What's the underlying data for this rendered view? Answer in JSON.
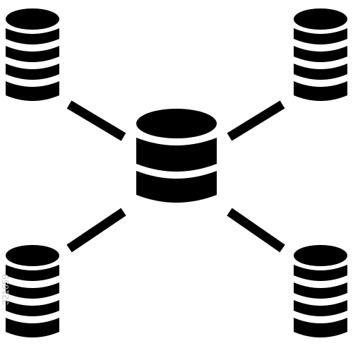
{
  "icon": {
    "name": "distributed-database-network-icon",
    "color": "#000000",
    "background": "#ffffff",
    "nodes": [
      {
        "role": "hub",
        "icon": "database-icon",
        "bands": 3
      },
      {
        "role": "satellite",
        "position": "top-left",
        "icon": "database-icon",
        "bands": 4
      },
      {
        "role": "satellite",
        "position": "top-right",
        "icon": "database-icon",
        "bands": 4
      },
      {
        "role": "satellite",
        "position": "bottom-left",
        "icon": "database-icon",
        "bands": 4
      },
      {
        "role": "satellite",
        "position": "bottom-right",
        "icon": "database-icon",
        "bands": 4
      }
    ],
    "connectors": 4
  },
  "watermark": {
    "side_text": "321659",
    "color": "#c8c8c8"
  }
}
